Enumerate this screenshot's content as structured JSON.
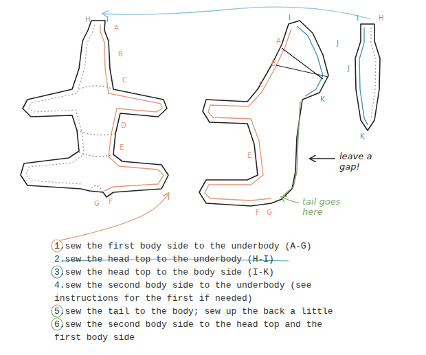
{
  "diagram": {
    "labels": [
      "H",
      "I",
      "A",
      "B",
      "C",
      "D",
      "E",
      "G",
      "F",
      "A",
      "I",
      "J",
      "B",
      "C",
      "K",
      "E",
      "F",
      "G",
      "I",
      "H",
      "J",
      "K",
      "leave a gap!",
      "tail goes here",
      "1.sew the first body side to the underbody (A-G)",
      "2.sew the head top to the underbody (H-I)",
      "3.sew the head top to the body side (I-K)",
      "4.sew the second body side to the underbody (see instructions for the first if needed)",
      "5.sew the tail to the body; sew up the back a little",
      "6.sew the second body side to the head top and the first body side"
    ]
  }
}
